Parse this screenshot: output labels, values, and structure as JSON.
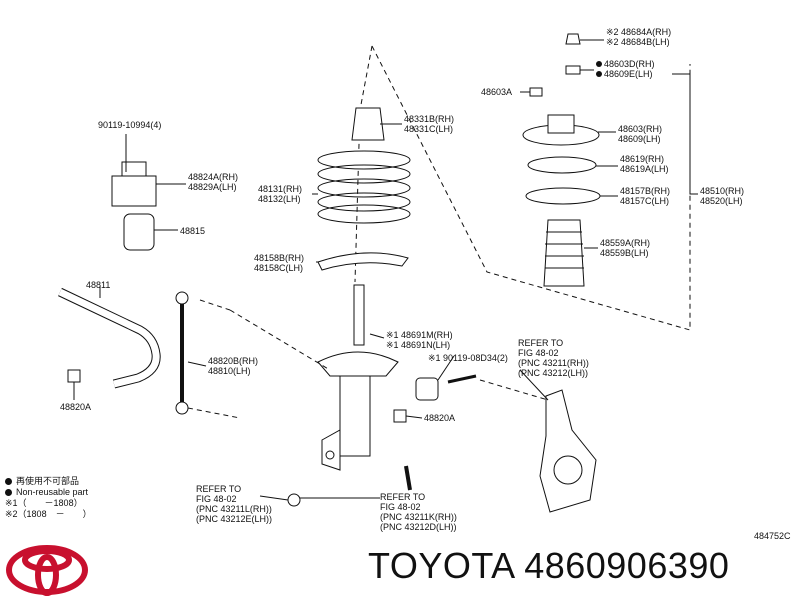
{
  "diagram": {
    "figure_code": "484752C",
    "labels": {
      "p48684A": "※2 48684A(RH)",
      "p48684B": "※2 48684B(LH)",
      "p48603D": "48603D(RH)",
      "p48609E": "48609E(LH)",
      "p48603A": "48603A",
      "p90119": "90119-10994(4)",
      "p48331B": "48331B(RH)",
      "p48331C": "48331C(LH)",
      "p48603": "48603(RH)",
      "p48609": "48609(LH)",
      "p48824A": "48824A(RH)",
      "p48829A": "48829A(LH)",
      "p48131": "48131(RH)",
      "p48132": "48132(LH)",
      "p48619": "48619(RH)",
      "p48619A": "48619A(LH)",
      "p48157B": "48157B(RH)",
      "p48157C": "48157C(LH)",
      "p48510": "48510(RH)",
      "p48520": "48520(LH)",
      "p48815": "48815",
      "p48559A": "48559A(RH)",
      "p48559B": "48559B(LH)",
      "p48158B": "48158B(RH)",
      "p48158C": "48158C(LH)",
      "p48811": "48811",
      "p48691M": "※1 48691M(RH)",
      "p48691N": "※1 48691N(LH)",
      "p90119b": "※1 90119-08D34(2)",
      "p48820B": "48820B(RH)",
      "p48810": "48810(LH)",
      "p48820A_left": "48820A",
      "p48820A_mid": "48820A",
      "ref1_a": "REFER TO",
      "ref1_b": "FIG 48-02",
      "ref1_c": "(PNC 43211(RH))",
      "ref1_d": "(PNC 43212(LH))",
      "ref2_a": "REFER TO",
      "ref2_b": "FIG 48-02",
      "ref2_c": "(PNC 43211L(RH))",
      "ref2_d": "(PNC 43212E(LH))",
      "ref3_a": "REFER TO",
      "ref3_b": "FIG 48-02",
      "ref3_c": "(PNC 43211K(RH))",
      "ref3_d": "(PNC 43212D(LH))"
    }
  },
  "legend": {
    "item1": "再使用不可部品",
    "item2": "Non-reusable part",
    "item3": "※1（　　－1808）",
    "item4": "※2（1808　－　　）"
  },
  "brand": {
    "text": "TOYOTA 4860906390",
    "logo_icon": "toyota-logo-icon",
    "logo_color": "#c8102e"
  }
}
